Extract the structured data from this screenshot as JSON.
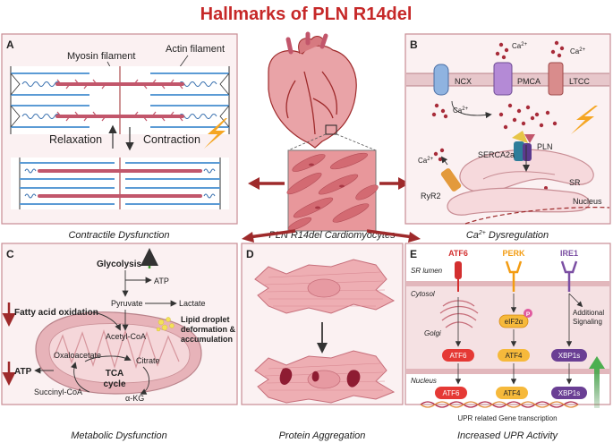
{
  "title": "Hallmarks of PLN R14del",
  "center": {
    "label": "PLN R14del Cardiomyocytes"
  },
  "panelA": {
    "letter": "A",
    "myosin": "Myosin filament",
    "actin": "Actin filament",
    "relaxation": "Relaxation",
    "contraction": "Contraction",
    "caption": "Contractile Dysfunction"
  },
  "panelB": {
    "letter": "B",
    "ncx": "NCX",
    "pmca": "PMCA",
    "ltcc": "LTCC",
    "ca": "Ca",
    "ca_sup": "2+",
    "serca": "SERCA2a",
    "pln": "PLN",
    "ryr": "RyR2",
    "sr": "SR",
    "nucleus": "Nucleus",
    "caption_pre": "Ca",
    "caption_sup": "2+",
    "caption_post": " Dysregulation"
  },
  "panelC": {
    "letter": "C",
    "glycolysis": "Glycolysis",
    "atp_top": "ATP",
    "pyruvate": "Pyruvate",
    "lactate": "Lactate",
    "fao": "Fatty acid oxidation",
    "acetyl": "Acetyl-CoA",
    "lipid1": "Lipid droplet",
    "lipid2": "deformation &",
    "lipid3": "accumulation",
    "oxaloacetate": "Oxaloacetate",
    "citrate": "Citrate",
    "atp_left": "ATP",
    "tca1": "TCA",
    "tca2": "cycle",
    "succinyl": "Succinyl-CoA",
    "akg": "α-KG",
    "caption": "Metabolic Dysfunction"
  },
  "panelD": {
    "letter": "D",
    "caption": "Protein Aggregation"
  },
  "panelE": {
    "letter": "E",
    "atf6_top": "ATF6",
    "perk": "PERK",
    "ire1": "IRE1",
    "sr_lumen": "SR lumen",
    "cytosol": "Cytosol",
    "golgi": "Golgi",
    "p": "P",
    "eif": "eIF2α",
    "additional1": "Additional",
    "additional2": "Signaling",
    "atf6_mid": "ATF6",
    "atf4_mid": "ATF4",
    "xbp_mid": "XBP1s",
    "nucleus": "Nucleus",
    "atf6_nuc": "ATF6",
    "atf4_nuc": "ATF4",
    "xbp_nuc": "XBP1s",
    "transcription": "UPR related Gene transcription",
    "caption": "Increased UPR Activity"
  },
  "colors": {
    "title": "#c62828",
    "dark_red": "#9e2a2b",
    "panel_fill": "#fbf1f2",
    "panel_border": "#c88d94",
    "myosin": "#c2566b",
    "actin": "#5b9bd5",
    "bolt": "#f5a623",
    "green_arrow": "#3f9a2d",
    "atf6": "#d32f2f",
    "perk": "#f39c12",
    "ire1": "#7b4fa3"
  }
}
